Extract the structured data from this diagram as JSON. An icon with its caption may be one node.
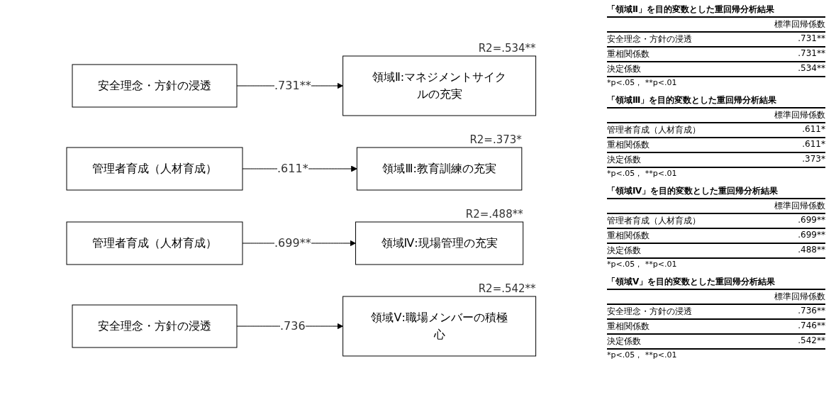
{
  "diagram": {
    "nodes": [
      {
        "text": [
          "安全理念・方針の浸透"
        ]
      },
      {
        "text": [
          "領域Ⅱ:マネジメントサイクルの充実"
        ],
        "beside": [
          "R2=.534**"
        ]
      },
      {
        "text": [
          "管理者育成（人材育成）"
        ]
      },
      {
        "text": [
          "領域Ⅲ:教育訓練の充実"
        ],
        "beside": [
          "R2=.373*"
        ]
      },
      {
        "text": [
          "管理者育成（人材育成）"
        ]
      },
      {
        "text": [
          "領域Ⅳ:現場管理の充実"
        ],
        "beside": [
          "R2=.488**"
        ]
      },
      {
        "text": [
          "安全理念・方針の浸透"
        ]
      },
      {
        "text": [
          "領域Ⅴ:職場メンバーの積極心"
        ],
        "beside": [
          "R2=.542**"
        ]
      }
    ],
    "edges": [
      {
        "from": 0,
        "to": 1,
        "arrow": "to",
        "label": ".731**"
      },
      {
        "from": 2,
        "to": 3,
        "arrow": "to",
        "label": ".611*"
      },
      {
        "from": 4,
        "to": 5,
        "arrow": "to",
        "label": ".699**"
      },
      {
        "from": 6,
        "to": 7,
        "arrow": "to",
        "label": ".736"
      }
    ],
    "labels": [
      "「領域Ⅱ」を目的変数とした重回帰分析結果",
      "標準回帰係数",
      "安全理念・方針の浸透",
      ".731**",
      "重相関係数",
      ".731**",
      "決定係数",
      ".534**",
      "*p<.05， **p<.01",
      "「領域Ⅲ」を目的変数とした重回帰分析結果",
      "標準回帰係数",
      "管理者育成（人材育成）",
      ".611*",
      "重相関係数",
      ".611*",
      "決定係数",
      ".373*",
      "*p<.05， **p<.01",
      "「領域Ⅳ」を目的変数とした重回帰分析結果",
      "標準回帰係数",
      "管理者育成（人材育成）",
      ".699**",
      "重相関係数",
      ".699**",
      "決定係数",
      ".488**",
      "*p<.05， **p<.01",
      "「領域Ⅴ」を目的変数とした重回帰分析結果",
      "標準回帰係数",
      "安全理念・方針の浸透",
      ".736**",
      "重相関係数",
      ".746**",
      "決定係数",
      ".542**",
      "*p<.05， **p<.01"
    ]
  }
}
